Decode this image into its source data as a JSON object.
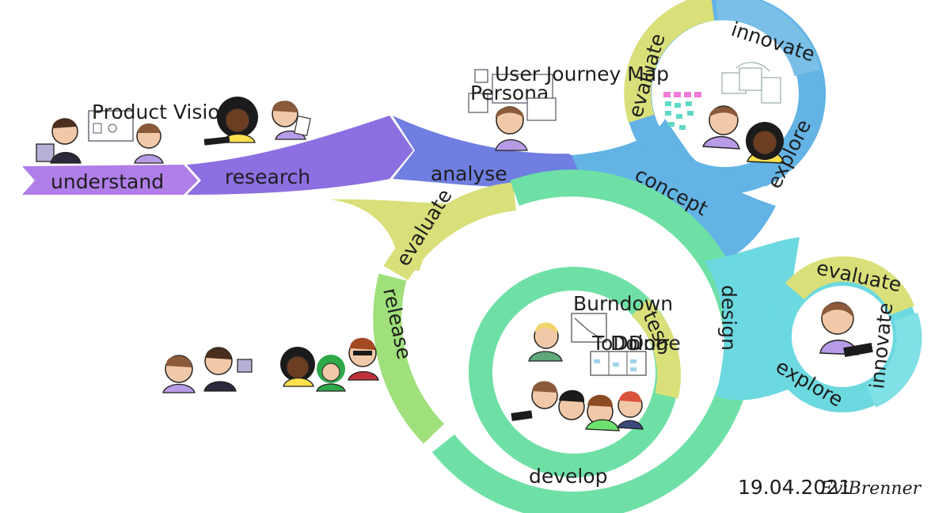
{
  "phases": {
    "understand": "understand",
    "research": "research",
    "analyse": "analyse",
    "concept": "concept",
    "design": "design",
    "develop": "develop",
    "release": "release",
    "evaluate_main": "evaluate",
    "test": "test"
  },
  "concept_loop": {
    "evaluate": "evaluate",
    "innovate": "innovate",
    "explore": "explore"
  },
  "design_loop": {
    "evaluate": "evaluate",
    "innovate": "innovate",
    "explore": "explore"
  },
  "sketches": {
    "product_vision": "Product Vision",
    "user_journey_map": "User Journey Map",
    "persona": "Persona",
    "burndown": "Burndown",
    "board_columns": [
      "ToDo",
      "Doing",
      "Done"
    ]
  },
  "footer": {
    "date": "19.04.2021",
    "signature": "EviBrenner"
  },
  "colors": {
    "understand": "#b07ee8",
    "research": "#8c6fe0",
    "analyse": "#6f7ee0",
    "concept": "#63b3e5",
    "design": "#6cd9e0",
    "develop": "#6ee0a6",
    "release": "#9fe07a",
    "evaluate": "#d9e07a",
    "skin": "#f2c9a8",
    "shirt_purple": "#b89be6",
    "yellow": "#ffe14d",
    "dark": "#2a2a3a"
  }
}
